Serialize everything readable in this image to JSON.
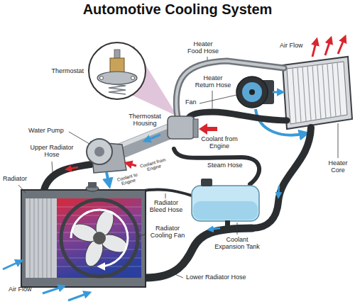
{
  "diagram": {
    "title": "Automotive Cooling System",
    "labels": [
      "Heater Food Hose",
      "Air Flow",
      "Thermostat",
      "Heater Return Hose",
      "Fan",
      "Heater Core",
      "Thermostat Housing",
      "Water Pump",
      "Coolant from Engine",
      "Upper Radiator Hose",
      "Coolant from Engine",
      "Coolant to Engine",
      "Steam Hose",
      "Radiator",
      "Radiator Bleed Hose",
      "Radiator Cooling Fan",
      "Coolant Expansion Tank",
      "Lower Radiator Hose",
      "Air Flow"
    ]
  }
}
